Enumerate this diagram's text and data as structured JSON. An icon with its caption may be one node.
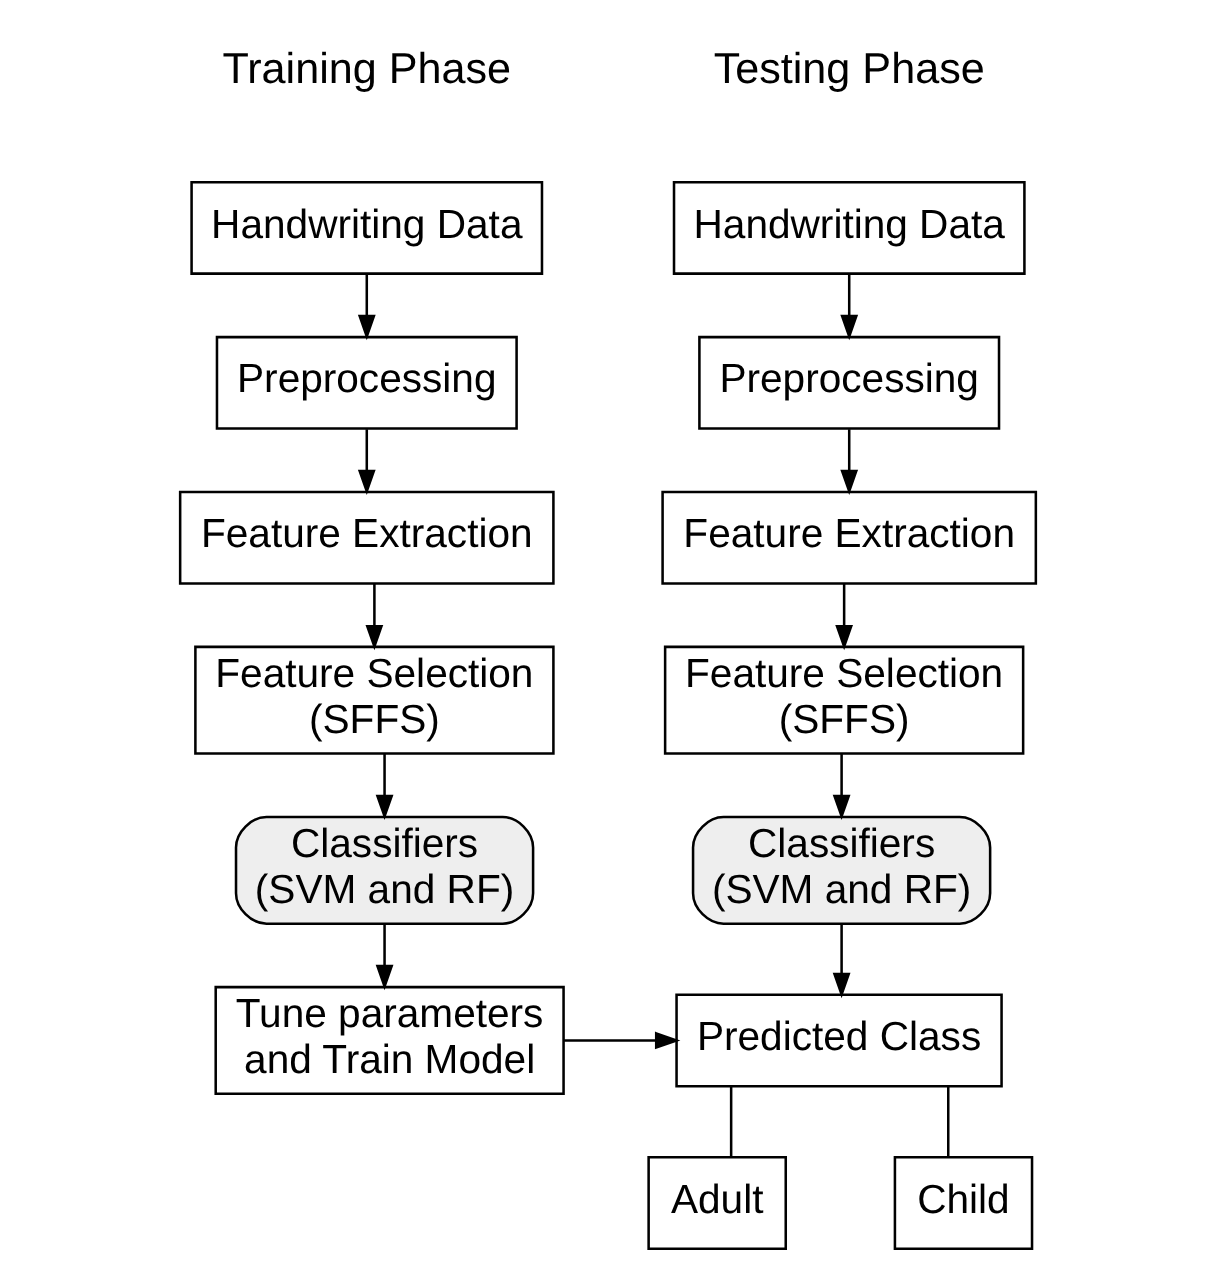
{
  "diagram": {
    "nodes": [
      {
        "text": [
          "Handwriting Data"
        ]
      },
      {
        "text": [
          "Preprocessing"
        ]
      },
      {
        "text": [
          "Feature Extraction"
        ]
      },
      {
        "text": [
          "Feature Selection (SFFS)"
        ]
      },
      {
        "text": [
          "Classifiers (SVM and RF)"
        ]
      },
      {
        "text": [
          "Tune parameters and Train Model"
        ]
      },
      {
        "text": [
          "Handwriting Data"
        ]
      },
      {
        "text": [
          "Preprocessing"
        ]
      },
      {
        "text": [
          "Feature Extraction"
        ]
      },
      {
        "text": [
          "Feature Selection (SFFS)"
        ]
      },
      {
        "text": [
          "Classifiers (SVM and RF)"
        ]
      },
      {
        "text": [
          "Predicted Class"
        ]
      },
      {
        "text": [
          "Adult"
        ]
      },
      {
        "text": [
          "Child"
        ]
      }
    ],
    "edges": [
      {
        "from": 0,
        "to": 1,
        "arrow": "to"
      },
      {
        "from": 1,
        "to": 2,
        "arrow": "to"
      },
      {
        "from": 2,
        "to": 3,
        "arrow": "to"
      },
      {
        "from": 3,
        "to": 4,
        "arrow": "to"
      },
      {
        "from": 4,
        "to": 5,
        "arrow": "to"
      },
      {
        "from": 6,
        "to": 7,
        "arrow": "to"
      },
      {
        "from": 7,
        "to": 8,
        "arrow": "to"
      },
      {
        "from": 8,
        "to": 9,
        "arrow": "to"
      },
      {
        "from": 9,
        "to": 10,
        "arrow": "to"
      },
      {
        "from": 10,
        "to": 11,
        "arrow": "to"
      },
      {
        "from": 5,
        "to": 11,
        "arrow": "to"
      },
      {
        "from": 11,
        "to": 12,
        "arrow": "none"
      },
      {
        "from": 11,
        "to": 13,
        "arrow": "none"
      }
    ],
    "labels": [
      "Training Phase",
      "Testing Phase"
    ]
  }
}
